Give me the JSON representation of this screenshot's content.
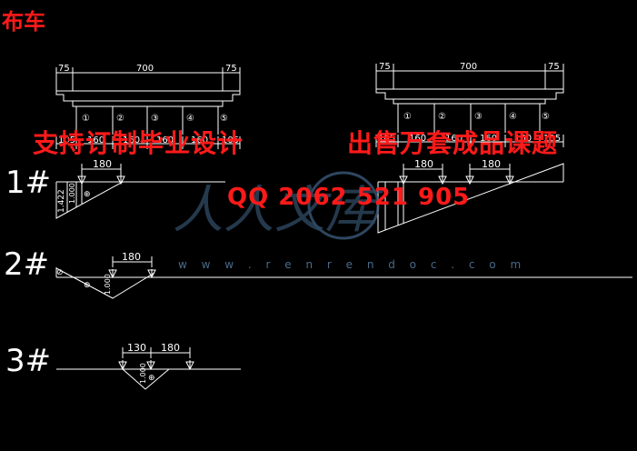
{
  "title": "布车",
  "overlay": {
    "left": "支持订制毕业设计",
    "right": "出售万套成品课题",
    "qq": "QQ 2062 521 905"
  },
  "watermark": {
    "logo_text": "人人文库",
    "url": "w w w . r e n r e n d o c . c o m"
  },
  "colors": {
    "background": "#000000",
    "lines": "#ffffff",
    "overlay_text": "#ff1a1a",
    "watermark": "#4a6a8a"
  },
  "cross_section_left": {
    "dims_top": [
      "75",
      "700",
      "75"
    ],
    "girders": [
      "①",
      "②",
      "③",
      "④",
      "⑤"
    ],
    "dims_bottom": [
      "105",
      "160",
      "160",
      "160",
      "160",
      "105"
    ]
  },
  "cross_section_right": {
    "dims_top": [
      "75",
      "700",
      "75"
    ],
    "girders": [
      "①",
      "②",
      "③",
      "④",
      "⑤"
    ],
    "dims_bottom": [
      "105",
      "160",
      "160",
      "160",
      "160",
      "105"
    ]
  },
  "case1": {
    "label": "1#",
    "left_spacing": "180",
    "left_ordinate_a": "1.422",
    "left_ordinate_b": "1.000",
    "right_spacings": [
      "180",
      "180"
    ]
  },
  "case2": {
    "label": "2#",
    "spacing": "180",
    "ordinate": "1.000"
  },
  "case3": {
    "label": "3#",
    "spacings": [
      "130",
      "180"
    ],
    "ordinate": "1.000"
  }
}
